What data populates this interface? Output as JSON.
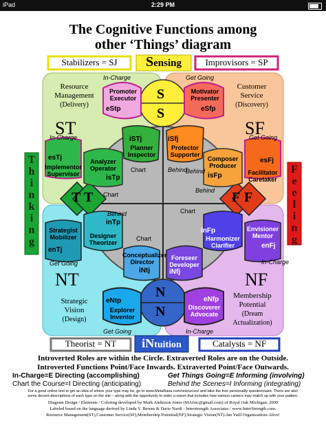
{
  "status_bar": {
    "device": "iPad",
    "time": "2:29 PM"
  },
  "title": {
    "line1": "The Cognitive Functions among",
    "line2": "other ‘Things’ diagram"
  },
  "top_boxes": {
    "stabilizers": "Stabilizers = SJ",
    "sensing_big": "S",
    "sensing_rest": "ensing",
    "improvisors": "Improvisors = SP"
  },
  "bottom_boxes": {
    "theorist": "Theorist = NT",
    "intuition_big": "iN",
    "intuition_rest": "tuition",
    "catalysts": "Catalysts = NF"
  },
  "side_labels": {
    "thinking": [
      "T",
      "h",
      "i",
      "n",
      "k",
      "i",
      "n",
      "g"
    ],
    "feeling": [
      "F",
      "e",
      "e",
      "l",
      "i",
      "n",
      "g"
    ]
  },
  "quadrants": {
    "sj": {
      "line1": "Resource",
      "line2": "Management",
      "sub": "(Delivery)",
      "big": "ST"
    },
    "sp": {
      "line1": "Customer",
      "line2": "Service",
      "sub": "(Discovery)",
      "big": "SF"
    },
    "nt": {
      "line1": "Strategic",
      "line2": "Vision",
      "sub": "(Design)",
      "big": "NT"
    },
    "nf": {
      "line1": "Membership",
      "line2": "Potential",
      "sub": "(Dream Actualization)",
      "big": "NF"
    }
  },
  "tags": {
    "in_charge": "In-Charge",
    "get_going": "Get Going",
    "chart": "Chart",
    "behind": "Behind"
  },
  "roles": {
    "estj": {
      "name": [
        "Promoter",
        "Executor"
      ],
      "code": "eStp"
    },
    "estp": {
      "name": [
        "Motivator",
        "Presenter"
      ],
      "code": "eSfp"
    },
    "istj_planner": {
      "name": [
        "Planner",
        "Inspector"
      ],
      "code": "iSTj"
    },
    "isfj": {
      "name": [
        "Protector",
        "Supporter"
      ],
      "code": "iSfj"
    },
    "estj_impl": {
      "name": [
        "Implementor",
        "Supervisor"
      ],
      "code": "esTj"
    },
    "istp": {
      "name": [
        "Analyzer",
        "Operator"
      ],
      "code": "isTp"
    },
    "isfp": {
      "name": [
        "Composer",
        "Producer"
      ],
      "code": "isFp"
    },
    "esfj": {
      "name": [
        "Facilitator",
        "Caretaker"
      ],
      "code": "esFj"
    },
    "entj": {
      "name": [
        "Strategist",
        "Mobilizer"
      ],
      "code": "enTj"
    },
    "intp": {
      "name": [
        "Designer",
        "Theorizer"
      ],
      "code": "inTp"
    },
    "infp": {
      "name": [
        "Harmonizer",
        "Clarifier"
      ],
      "code": "inFp"
    },
    "enfj": {
      "name": [
        "Envisioner",
        "Mentor"
      ],
      "code": "enFj"
    },
    "intj": {
      "name": [
        "Conceptualizer",
        "Director"
      ],
      "code": "iNtj"
    },
    "infj": {
      "name": [
        "Foreseer",
        "Developer"
      ],
      "code": "iNfj"
    },
    "entp": {
      "name": [
        "Explorer",
        "Inventor"
      ],
      "code": "eNtp"
    },
    "enfp": {
      "name": [
        "Discoverer",
        "Advocate"
      ],
      "code": "eNfp"
    }
  },
  "letters": {
    "s": "S",
    "n": "N",
    "t": "T",
    "f": "F",
    "e": "e",
    "i": "i"
  },
  "footer": {
    "line1": "Introverted Roles are within the Circle. Extraverted Roles are on the Outside.",
    "line2": "Introverted Functions Point/Face Inwards. Extraverted Point/Face Outwards.",
    "line3a": "In-Charge=E Directing (accomplishing)",
    "line3b": "Get Things Going=E Informing (involving)",
    "line4a": "Chart the Course=I Directing (anticipating)",
    "line4b": "Behind the Scenes=I Informing (integrating)",
    "fine1": "For a good online test to get an idea of where your type may be, go to www.MetaRasa.com/resources/ and take the free personality questionnaire. There are also",
    "fine2": "some decent descriptions of each type on the site – along with the opportunity to order a report that includes how various careers may match up with your pattern.",
    "fine3": "Diagram Design / Elements / Coloring developed by Mark Anderson Jones (MAJstc@gmail.com) of Royal Oak Michigan, 2009",
    "fine4": "Labeled based on the language derived by Linda V. Berens & Dario Nardi - Interstrength Associates / www.InterStrength.com.",
    "fine5": "Resource Management(ST),Customer Service(SF),Membership Potential(NF),Strategic Vision(NT)-Jan Yuill Organizations Alive!"
  },
  "colors": {
    "sj": "#d6ecb0",
    "sp": "#f8c69a",
    "nt": "#8fe6ee",
    "nf": "#e4b8ec",
    "circle": "#b8b8b8",
    "s": "#ffef3a",
    "n": "#3466c8",
    "t": "#1aa534",
    "f": "#e23b1a"
  }
}
